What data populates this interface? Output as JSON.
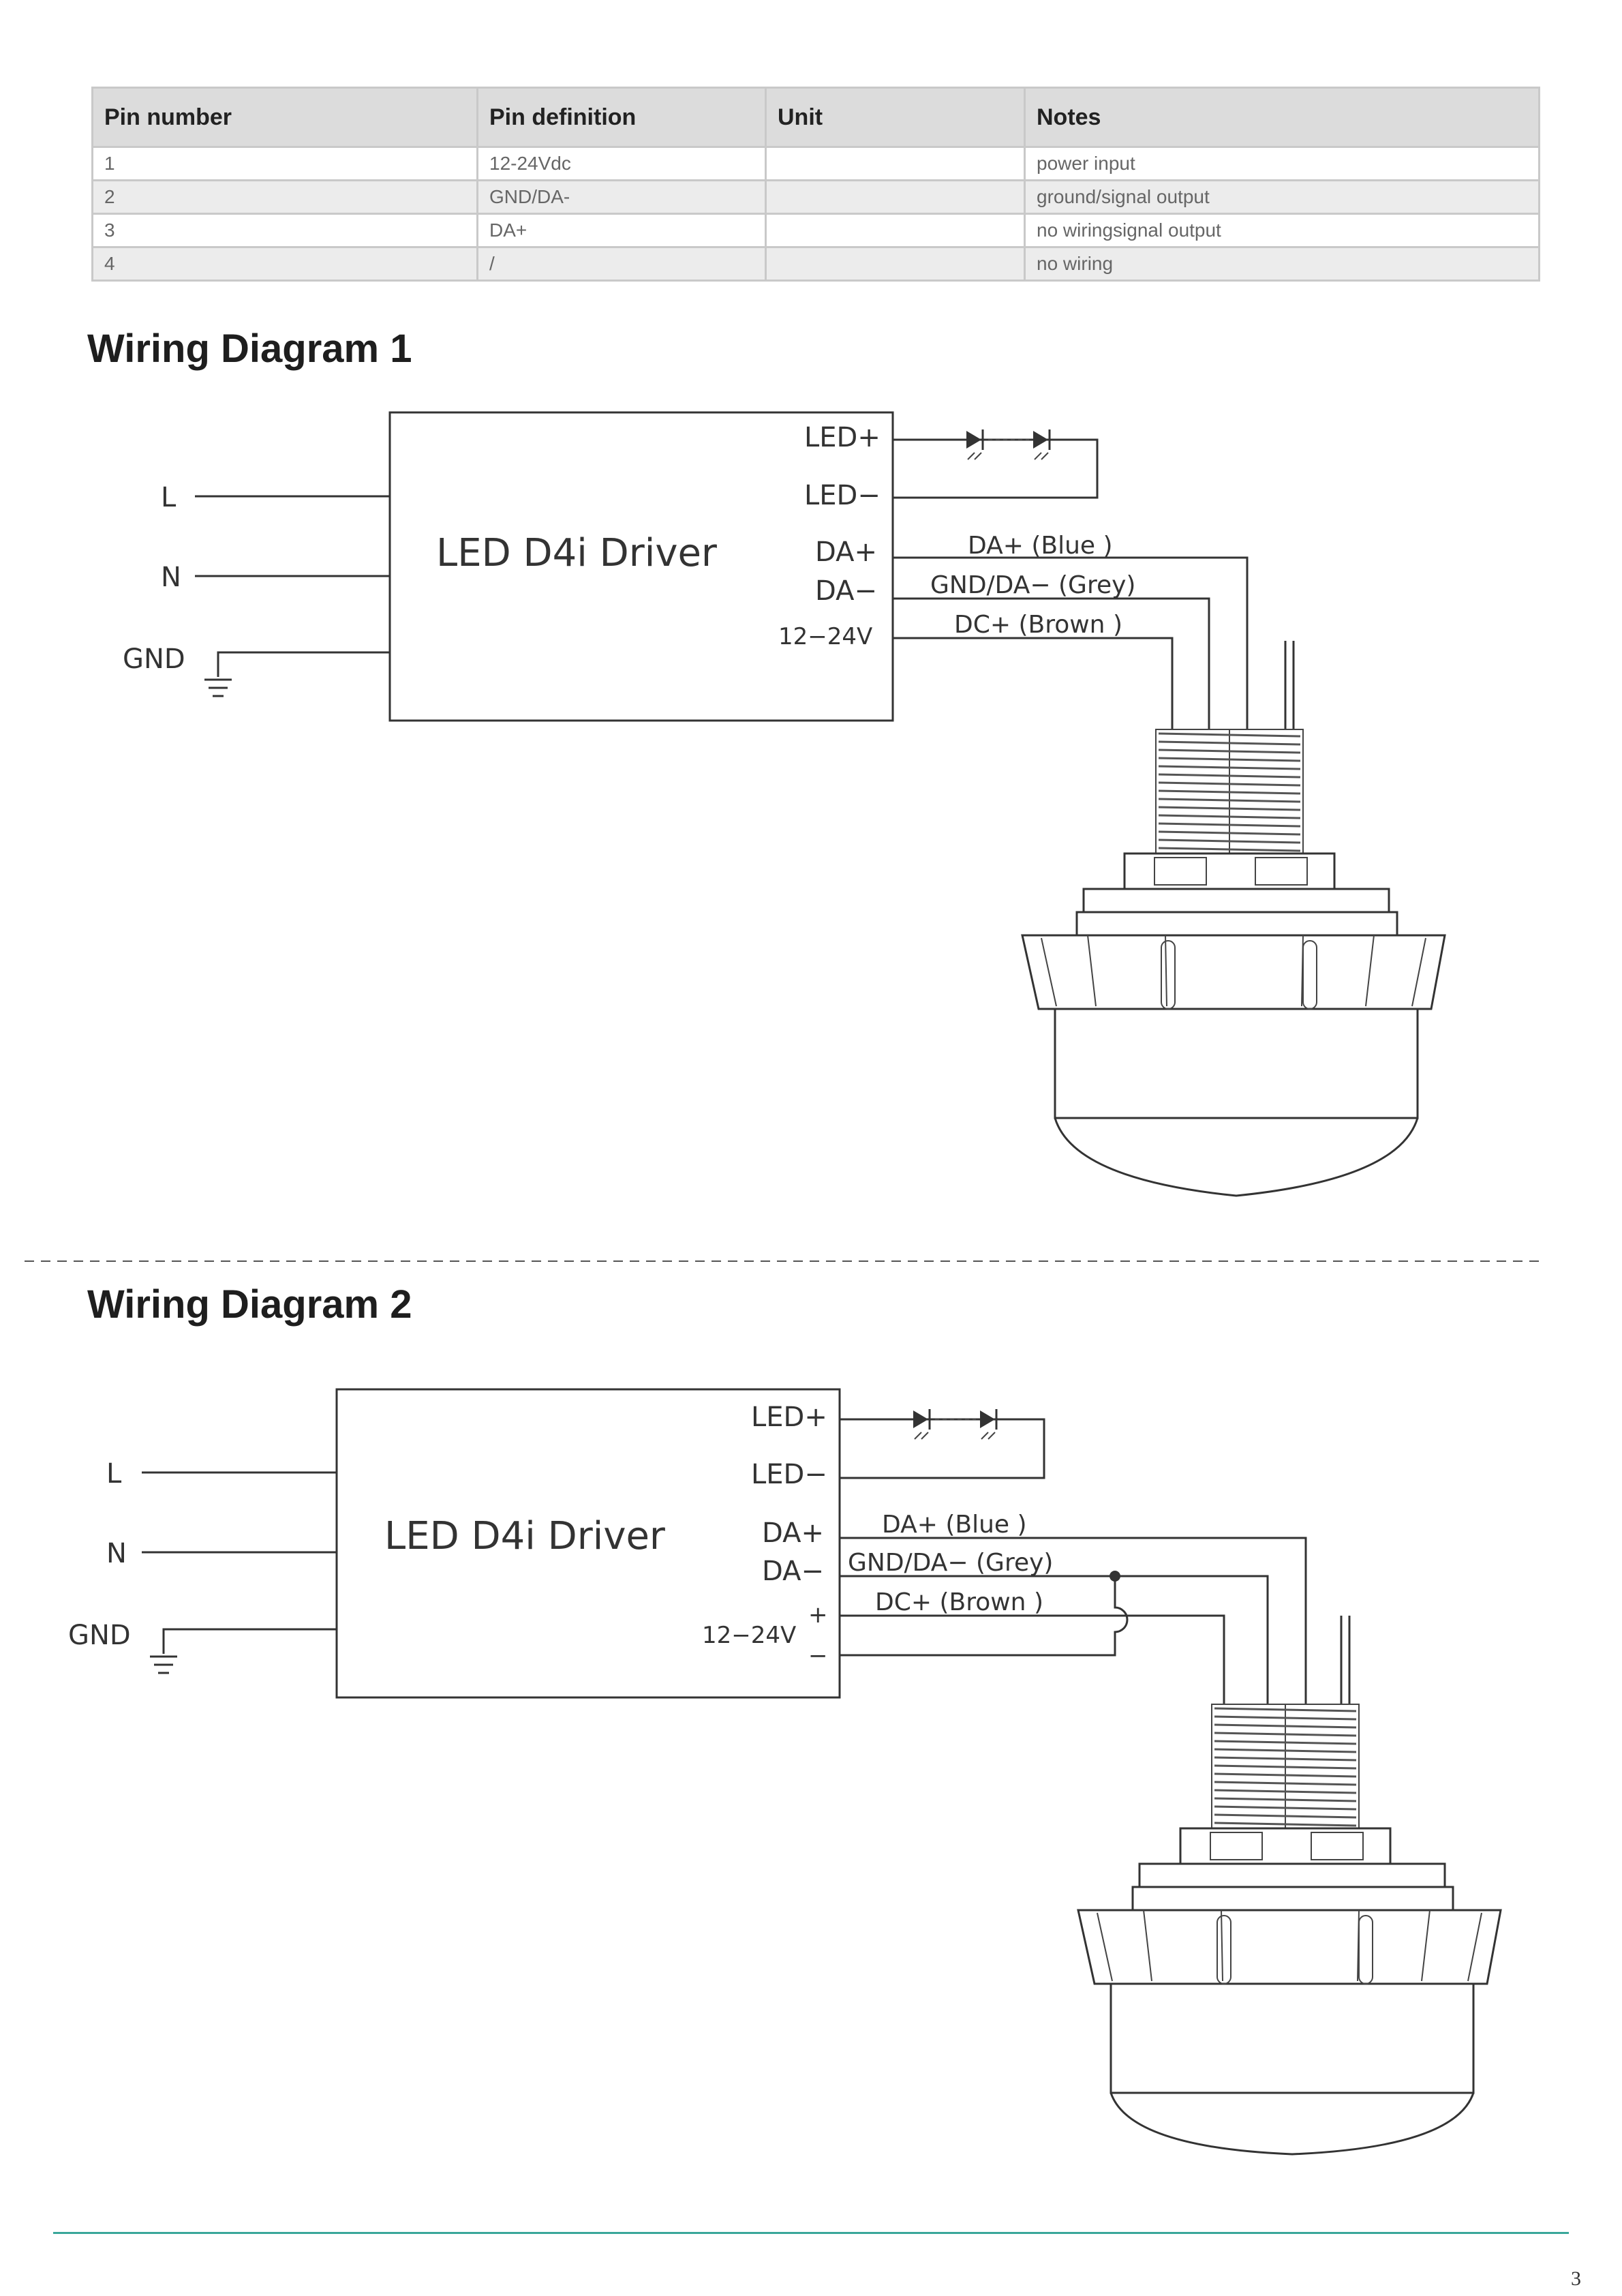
{
  "pin_table": {
    "headers": [
      "Pin number",
      "Pin definition",
      "Unit",
      "Notes"
    ],
    "rows": [
      [
        "1",
        "12-24Vdc",
        "",
        "power input"
      ],
      [
        "2",
        "GND/DA-",
        "",
        "ground/signal output"
      ],
      [
        "3",
        "DA+",
        "",
        "no wiringsignal output"
      ],
      [
        "4",
        "/",
        "",
        "no wiring"
      ]
    ]
  },
  "diagram1": {
    "heading": "Wiring Diagram 1",
    "driver_label": "LED D4i Driver",
    "inputs": [
      "L",
      "N",
      "GND"
    ],
    "terminals": [
      "LED+",
      "LED−",
      "DA+",
      "DA−",
      "12−24V"
    ],
    "wires": [
      "DA+ (Blue )",
      "GND/DA− (Grey)",
      "DC+ (Brown )"
    ]
  },
  "diagram2": {
    "heading": "Wiring Diagram 2",
    "driver_label": "LED D4i Driver",
    "inputs": [
      "L",
      "N",
      "GND"
    ],
    "terminals": [
      "LED+",
      "LED−",
      "DA+",
      "DA−",
      "12−24V",
      "+",
      "−"
    ],
    "wires": [
      "DA+ (Blue )",
      "GND/DA− (Grey)",
      "DC+ (Brown )"
    ]
  },
  "footer": {
    "page_number": "3",
    "rule_color": "#3aa79a"
  }
}
